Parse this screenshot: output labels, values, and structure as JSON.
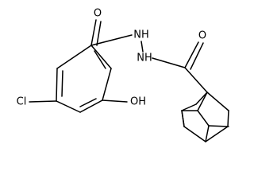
{
  "labels": {
    "o1": "O",
    "o2": "O",
    "nh1": "NH",
    "nh2": "NH",
    "cl": "Cl",
    "oh": "OH"
  }
}
